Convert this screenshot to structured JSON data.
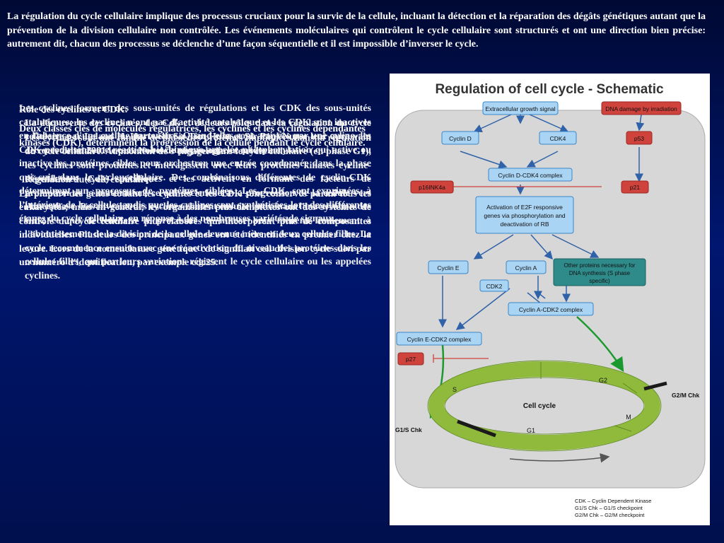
{
  "slide": {
    "intro": "La régulation du cycle cellulaire implique des processus cruciaux pour la survie de la cellule, incluant la détection et la réparation des dégâts génétiques autant que la prévention de la division cellulaire non contrôlée. Les événements moléculaires qui contrôlent le cycle cellulaire sont structurés et ont une direction bien précise: autrement dit, chacun des processus se déclenche d’une façon séquentielle et il est impossible d’inverser le cycle.",
    "role_title": "Rôle des cyclines et CDK:",
    "role_text": "Deux classes clés de molécules régulatrices, les cyclines et les cyclines dépendantes kinases (CDK), déterminent la progression de la cellule pendant le cycle cellulaire.",
    "overlapping_paragraphs": [
      "Régulation du cycle cellulaire:",
      "La plupart des gènes codant les cyclines et les CDK sont conservés parmi tous les eukaryotes, mais en général, les organismes plus complexes ont des systèmes de contrôle du cycle cellulaire plus élaborés qui incorporent plus de composantes individuelles. Plusieurs des principaux gènes ont été identifiés en premier chez la levure. Lors de la nomenclature génétique cdc signifiait cell division cycle suivi par un numéro d'identification, par exemple cdc25.",
      "Les cyclines sont une famille de plusieurs protéines impliquées dans la régulation du cycle cellulaire. Au moment de s'engager dans le cycle cellulaire (en phase G1), les cyclines sont produites et interagissent avec leurs protéines kinases cycline-dépendantes (Cdk) spécifiques et les activent en formant des facteurs de promotion de la maturation, ce qui déclenchera la progression de la cellule vers l'interphase. Les niveaux des cyclines chutent ensuite entraînant l'inactivation des Cdk, ce qui déclenchera le processus de mitose puis mènera finalement à l'aboutissement de la division de la cellule devenue mère en deux cellules filles. Le cycle recommence ensuite avec une réactivation du niveau des protéines dans les cellules filles, qui par leurs variations régissent le cycle cellulaire ou les appelées cyclines.",
      "Les cyclines forment des sous-unités de régulations et les CDK des sous-unités catalytiques; les cyclines n'ont pas d'activité catalytique et les CDK sont inactives en l'absence d'une cycline partenaire. Quand elles sont activées par une cyline, les CDK produisent une réaction biochimique appelée phosphorylation qui active ou inactive les protéines cibles pour orchestrer une entrée coordonnée dans la phase qui suit dans le cycle cellulaire. Des combinaisons différentes de cyclin-CDK déterminent un processus de protéines ciblées. Les CDK sont exprimées à l’intérieur de la cellule tandis que les cyclines sont synthétisées lors des différentes étapes du cycle cellulaire, en réponse à des nombreuses variétés de signaux.",
      "La découverte des cyclines, des Cdk et de leurs rôles dans la régulation du cycle cellulaire par Leland H. Hartwell, Sir Tim Hunt et Sir Paul Nurse leur aura valu de recevoir en 2001 le prix Nobel de physiologie ou médecine."
    ]
  },
  "diagram": {
    "title": "Regulation of cell cycle - Schematic",
    "nodes": {
      "extracellular": "Extracellular growth signal",
      "dna_damage": "DNA damage by irradiation",
      "cyclin_d": "Cyclin D",
      "cdk4": "CDK4",
      "p53": "p53",
      "complex_d": "Cyclin D-CDK4 complex",
      "p16": "p16INK4a",
      "p21": "p21",
      "e2f_lines": [
        "Activation of E2F responsive",
        "genes via phosphorylation and",
        "deactivation of RB"
      ],
      "cyclin_e": "Cyclin E",
      "cyclin_a": "Cyclin A",
      "other_lines": [
        "Other proteins necessary for",
        "DNA synthesis (S phase",
        "specific)"
      ],
      "cdk2": "CDK2",
      "complex_e": "Cyclin E-CDK2 complex",
      "complex_a": "Cyclin A-CDK2 complex",
      "p27": "p27"
    },
    "cycle": {
      "center": "Cell cycle",
      "s": "S",
      "g2": "G2",
      "m": "M",
      "g1": "G1",
      "g1s": "G1/S Chk",
      "g2m": "G2/M Chk"
    },
    "legend": [
      "CDK – Cyclin Dependent Kinase",
      "G1/S Chk – G1/S checkpoint",
      "G2/M Chk – G2/M checkpoint"
    ],
    "colors": {
      "blue_box": "#a9d4f4",
      "blue_border": "#3a86c8",
      "red_box": "#d0433d",
      "teal_box": "#2f8a8a",
      "green_ring": "#8fba3c",
      "green_arrow": "#1a9a2e",
      "cell_bg": "#d7d7d7"
    }
  }
}
